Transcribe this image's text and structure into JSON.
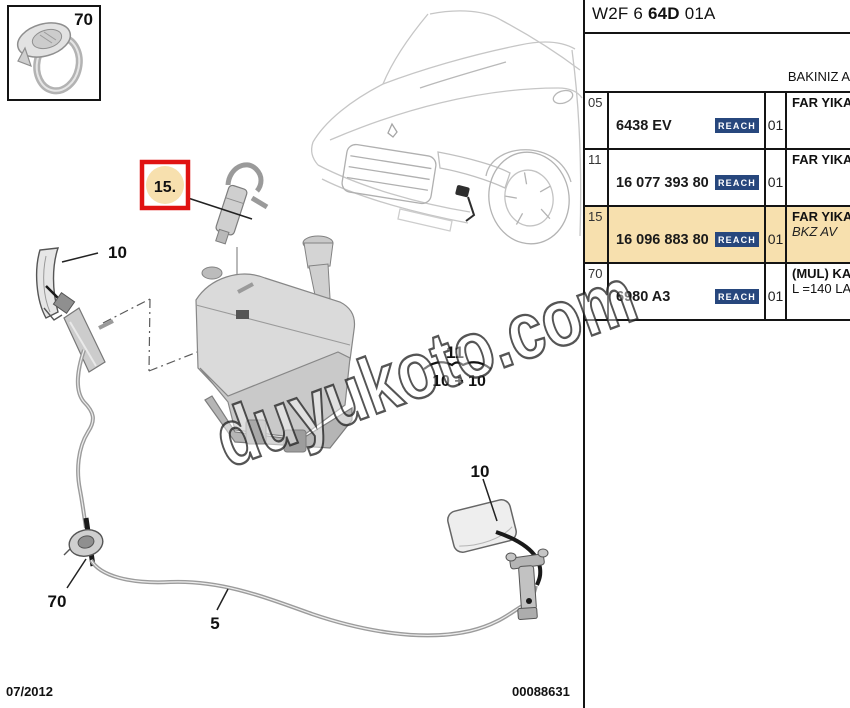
{
  "colors": {
    "highlight": "#F7E0AE",
    "reach-bg": "#27477D",
    "red-box": "#E01212"
  },
  "panel": {
    "ref_prefix": "W2F 6 ",
    "ref_bold": "64D",
    "ref_suffix": " 01A",
    "see_also": "BAKINIZ A",
    "rows": [
      {
        "pos": "05",
        "part": "6438 EV",
        "reach": "REACH",
        "qty": "01",
        "desc1": "FAR YIKA",
        "desc2": ""
      },
      {
        "pos": "11",
        "part": "16 077 393 80",
        "reach": "REACH",
        "qty": "01",
        "desc1": "FAR YIKA",
        "desc2": ""
      },
      {
        "pos": "15",
        "part": "16 096 883 80",
        "reach": "REACH",
        "qty": "01",
        "desc1": "FAR YIKA",
        "desc2": "BKZ AV"
      },
      {
        "pos": "70",
        "part": "6980 A3",
        "reach": "REACH",
        "qty": "01",
        "desc1": "(MUL) KA",
        "desc2": "L =140 LA"
      }
    ]
  },
  "diagram": {
    "callouts": {
      "box70": "70",
      "red15": "15.",
      "left_cover": "10",
      "nozzle_note": "11",
      "nozzle_pair": "10 + 10",
      "grommet": "70",
      "hose": "5",
      "right_cover": "10"
    }
  },
  "footer": {
    "date": "07/2012",
    "doc_number": "00088631"
  },
  "watermark": "duyukoto.com"
}
